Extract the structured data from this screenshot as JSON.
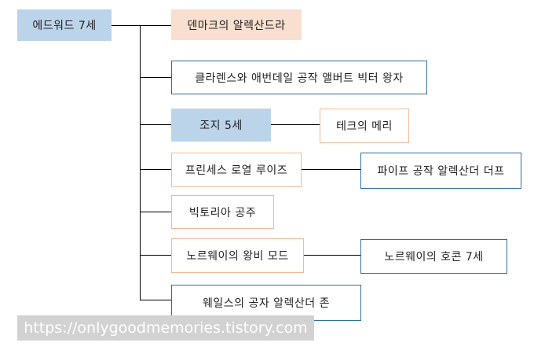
{
  "diagram": {
    "root": "에드워드 7세",
    "children": [
      {
        "name": "덴마크의 알렉산드라"
      },
      {
        "name": "클라렌스와 애번데일 공작 앨버트 빅터 왕자"
      },
      {
        "name": "조지 5세",
        "spouse": "테크의 메리"
      },
      {
        "name": "프린세스 로열 루이즈",
        "spouse": "파이프 공작 알렉산더 더프"
      },
      {
        "name": "빅토리아 공주"
      },
      {
        "name": "노르웨이의 왕비 모드",
        "spouse": "노르웨이의 호콘 7세"
      },
      {
        "name": "웨일스의 공자 알렉산더 존"
      }
    ]
  },
  "watermark": "https://onlygoodmemories.tistory.com",
  "colors": {
    "accent_fill": "#bcd4ea",
    "spouse_fill": "#f9dfcf",
    "blue_border": "#2e6f9e",
    "peach_border": "#f2b99a"
  }
}
